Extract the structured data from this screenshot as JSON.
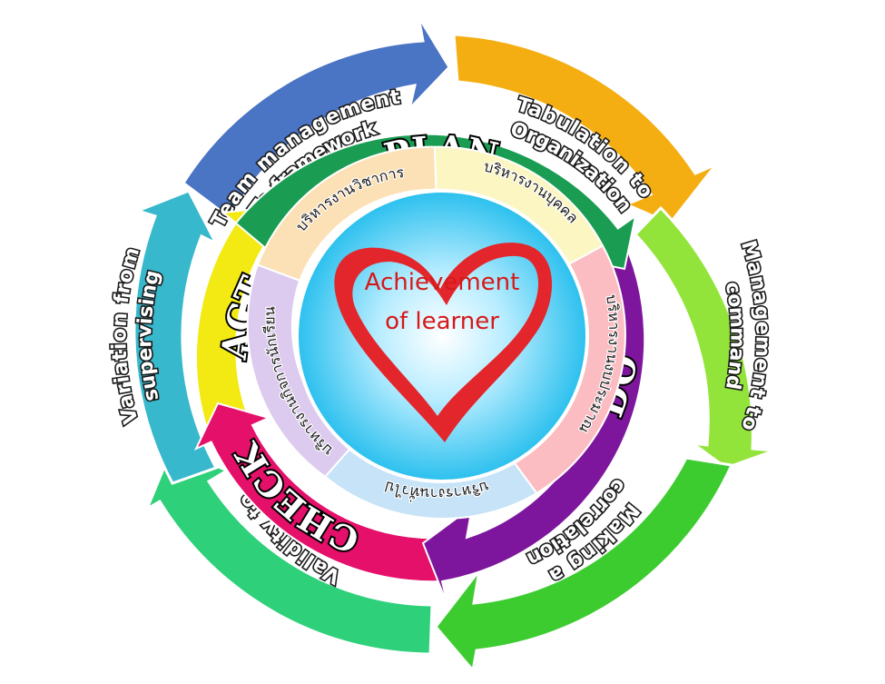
{
  "outer_arrows": [
    {
      "id": "team",
      "text": [
        "Team management",
        "To framework"
      ],
      "color": "#4a74c4"
    },
    {
      "id": "tabulation",
      "text": [
        "Tabulation to",
        "Organization"
      ],
      "color": "#f5ae12"
    },
    {
      "id": "command",
      "text": [
        "Management to",
        "command"
      ],
      "color": "#93e43a"
    },
    {
      "id": "correlation",
      "text": [
        "Making a",
        "correlation"
      ],
      "color": "#3ccc30"
    },
    {
      "id": "validity",
      "text": [
        "Validity to",
        "valuation"
      ],
      "color": "#2ed07a"
    },
    {
      "id": "variation",
      "text": [
        "Variation from",
        "supervising"
      ],
      "color": "#38b8cc"
    }
  ],
  "phases": [
    {
      "id": "plan",
      "text": "PLAN",
      "color": "#1a9d52"
    },
    {
      "id": "do",
      "text": "DO",
      "color": "#7d169c"
    },
    {
      "id": "check",
      "text": "CHECK",
      "color": "#e4106a"
    },
    {
      "id": "act",
      "text": "ACT",
      "color": "#f3ea14"
    }
  ],
  "inner_sections": [
    {
      "id": "academic",
      "text": "บริหารงานวิชาการ",
      "color": "#fbe1b5"
    },
    {
      "id": "personnel",
      "text": "บริหารงานบุคคล",
      "color": "#fbf6c2"
    },
    {
      "id": "budget",
      "text": "บริหารงานงบประมาณ",
      "color": "#fbbcc2"
    },
    {
      "id": "general",
      "text": "บริหารงานทั่วไป",
      "color": "#c6e3f8"
    },
    {
      "id": "student",
      "text": "บริหารงานกิจการนักเรียน",
      "color": "#dccbee"
    }
  ],
  "center": {
    "line1": "Achievement",
    "line2": "of learner",
    "heart_color": "#e3262b"
  }
}
